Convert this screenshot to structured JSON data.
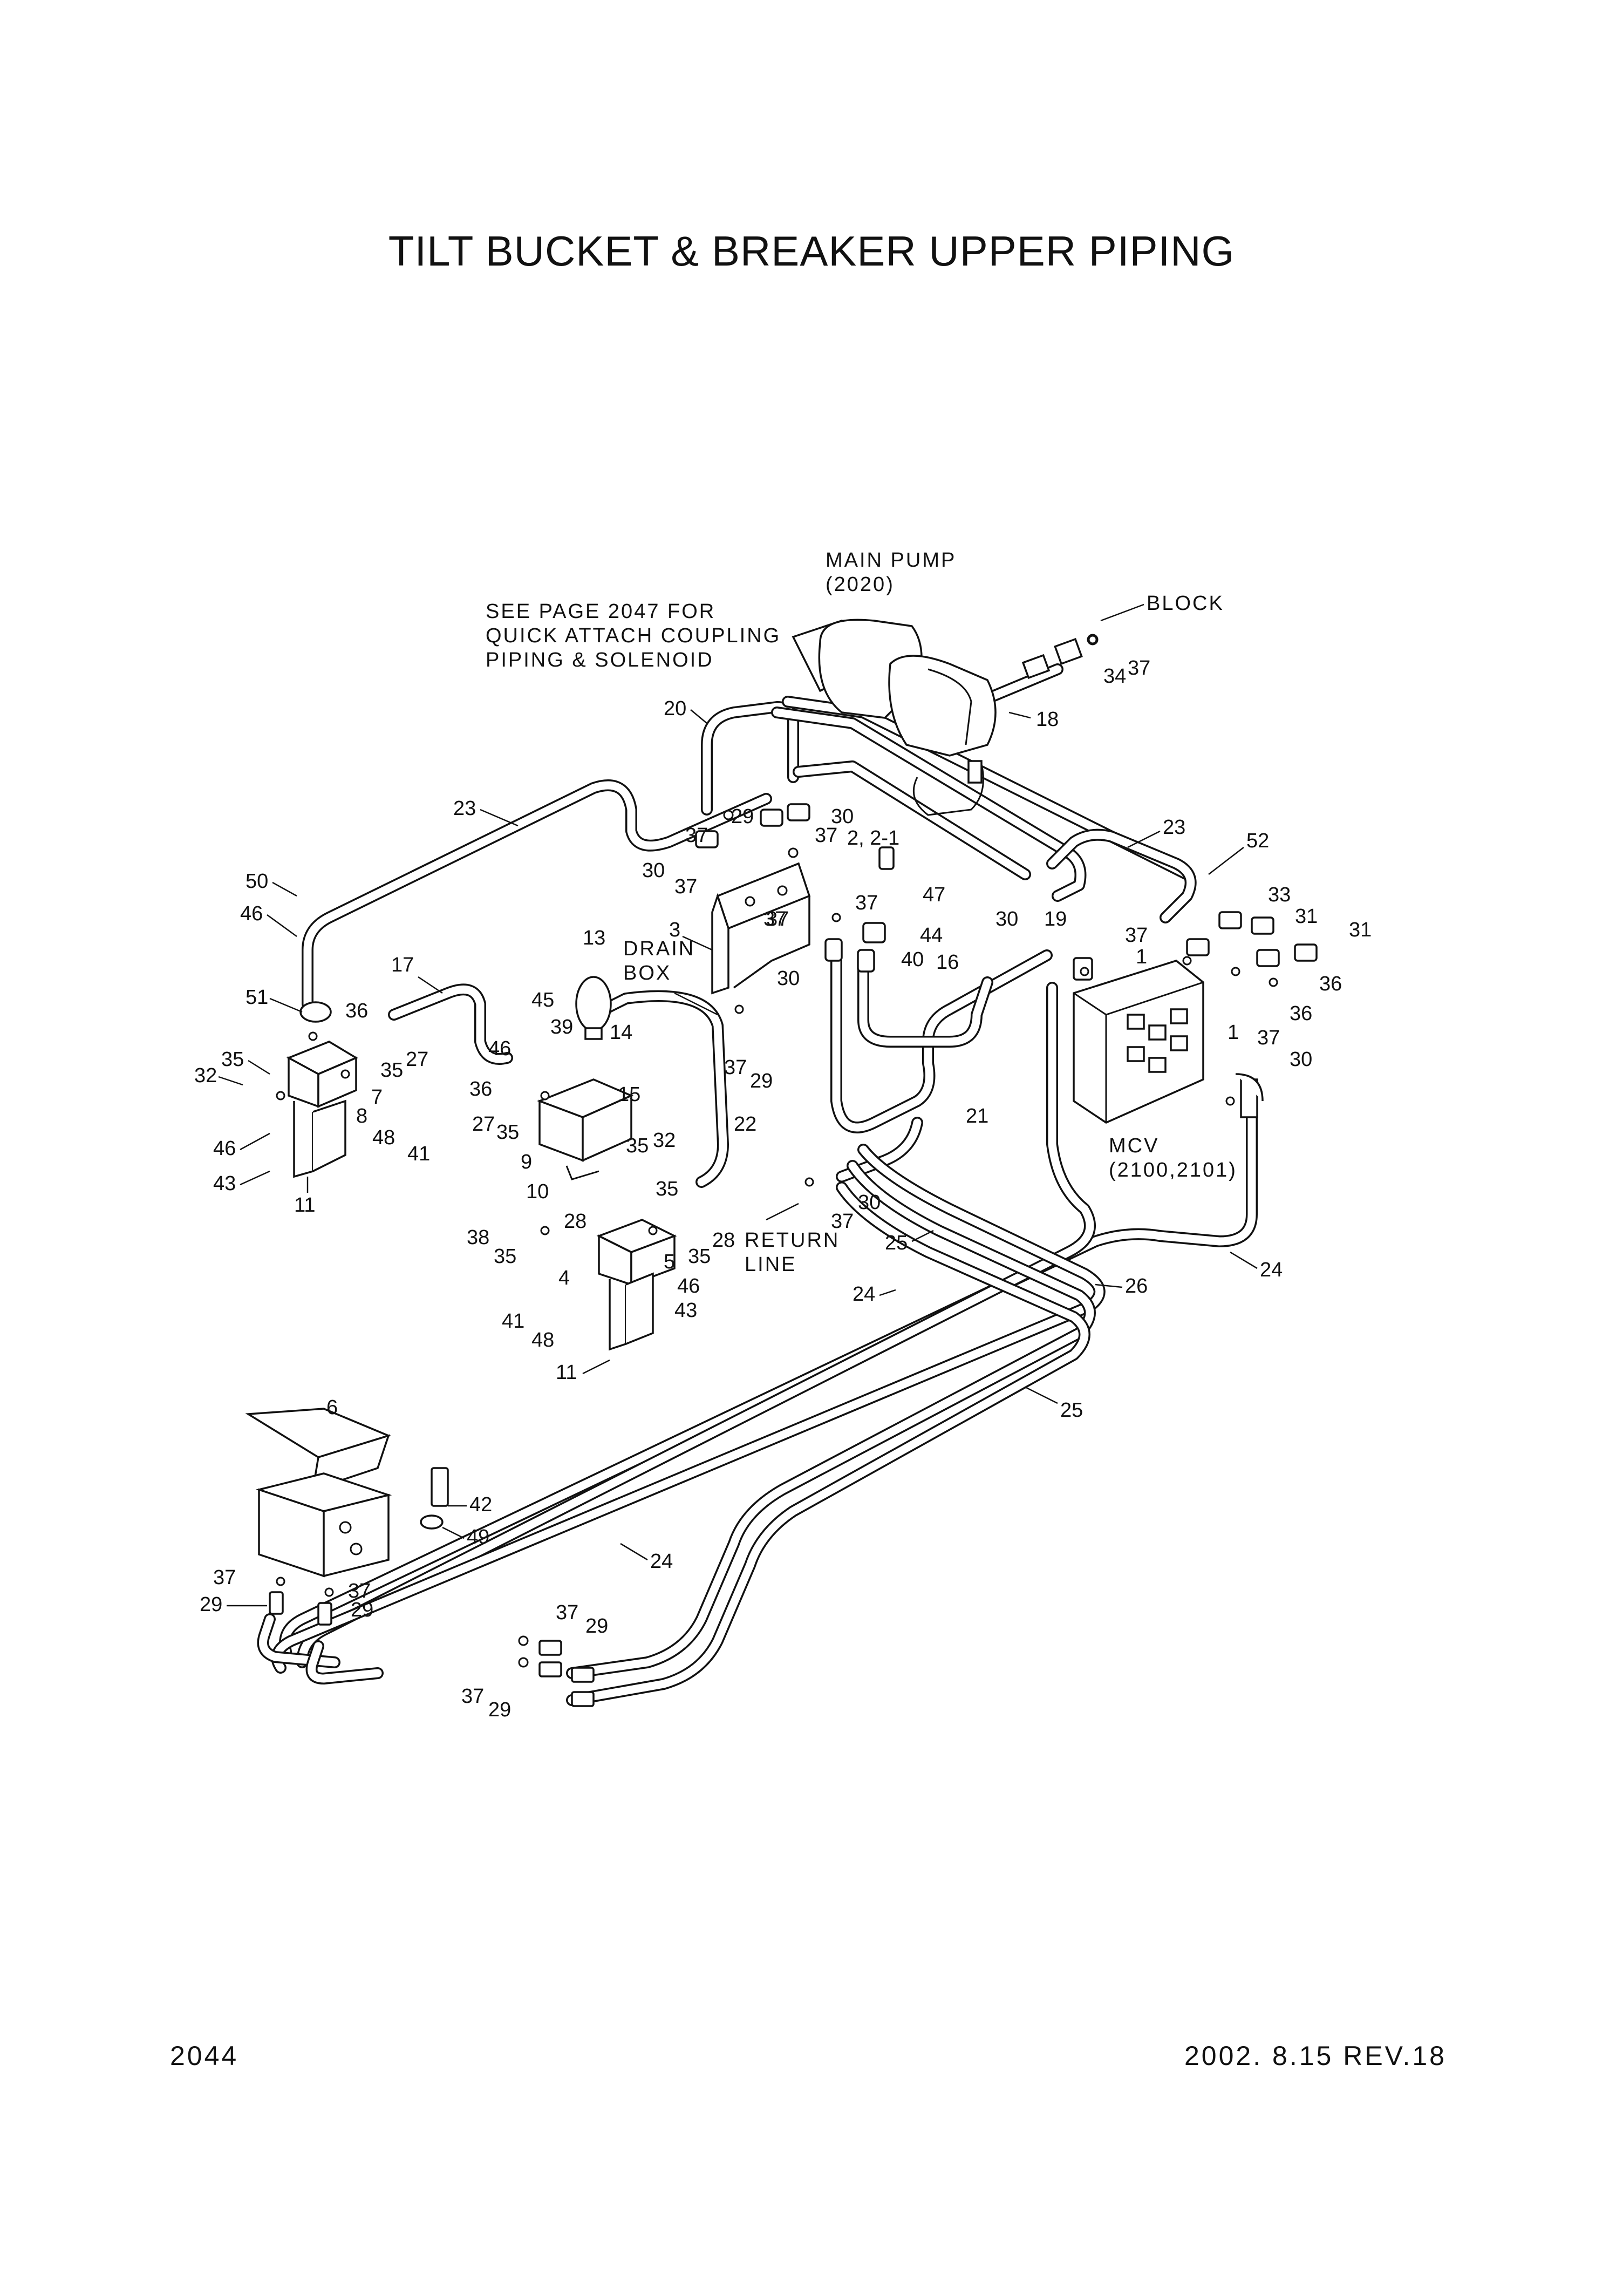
{
  "title": "TILT BUCKET & BREAKER UPPER PIPING",
  "page_number": "2044",
  "revision": "2002. 8.15  REV.18",
  "notes": {
    "main_pump": [
      "MAIN PUMP",
      "(2020)"
    ],
    "block": "BLOCK",
    "see_page": [
      "SEE PAGE 2047 FOR",
      "QUICK ATTACH COUPLING",
      "PIPING & SOLENOID"
    ],
    "drain_box": [
      "DRAIN",
      "BOX"
    ],
    "return_line": [
      "RETURN",
      "LINE"
    ],
    "mcv": [
      "MCV",
      "(2100,2101)"
    ]
  },
  "callouts": [
    "50",
    "46",
    "51",
    "35",
    "32",
    "46",
    "43",
    "36",
    "35",
    "27",
    "7",
    "8",
    "48",
    "41",
    "11",
    "17",
    "46",
    "45",
    "39",
    "14",
    "13",
    "36",
    "27",
    "35",
    "9",
    "15",
    "35",
    "32",
    "10",
    "20",
    "23",
    "29",
    "30",
    "37",
    "37",
    "30",
    "37",
    "3",
    "2, 2-1",
    "37",
    "47",
    "37",
    "44",
    "37",
    "30",
    "40",
    "18",
    "34",
    "37",
    "23",
    "52",
    "33",
    "31",
    "31",
    "36",
    "36",
    "30",
    "19",
    "37",
    "1",
    "1",
    "37",
    "30",
    "16",
    "22",
    "21",
    "37",
    "29",
    "37",
    "30",
    "25",
    "24",
    "26",
    "24",
    "25",
    "28",
    "35",
    "38",
    "35",
    "28",
    "35",
    "4",
    "5",
    "46",
    "43",
    "41",
    "48",
    "11",
    "6",
    "42",
    "49",
    "24",
    "37",
    "29",
    "37",
    "29",
    "37",
    "29",
    "37",
    "29"
  ],
  "colors": {
    "ink": "#111111",
    "paper": "#ffffff"
  }
}
